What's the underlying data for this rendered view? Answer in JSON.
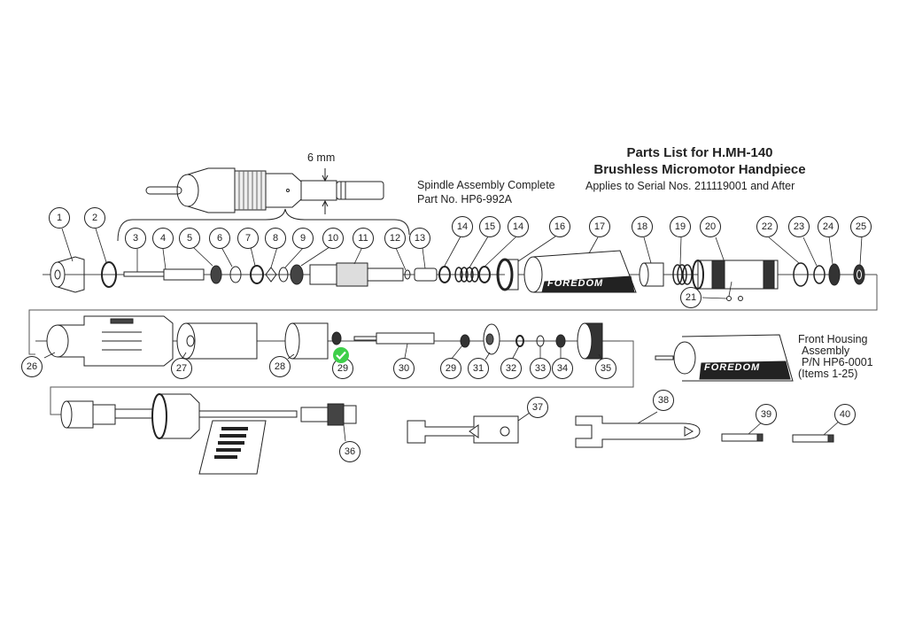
{
  "header": {
    "title_line1": "Parts List for H.MH-140",
    "title_line2": "Brushless Micromotor Handpiece",
    "applies_to": "Applies to Serial Nos. 211119001 and After"
  },
  "spindle_assembly": {
    "label_line1": "Spindle Assembly Complete",
    "label_line2": "Part No. HP6-992A",
    "dimension": "6 mm"
  },
  "front_housing": {
    "line1": "Front Housing",
    "line2": "Assembly",
    "line3": "P/N HP6-0001",
    "line4": "(Items 1-25)",
    "brand": "FOREDOM"
  },
  "brand_text": "FOREDOM",
  "callouts": [
    {
      "id": "1",
      "label": "1"
    },
    {
      "id": "2",
      "label": "2"
    },
    {
      "id": "3",
      "label": "3"
    },
    {
      "id": "4",
      "label": "4"
    },
    {
      "id": "5",
      "label": "5"
    },
    {
      "id": "6",
      "label": "6"
    },
    {
      "id": "7",
      "label": "7"
    },
    {
      "id": "8",
      "label": "8"
    },
    {
      "id": "9",
      "label": "9"
    },
    {
      "id": "10",
      "label": "10"
    },
    {
      "id": "11",
      "label": "11"
    },
    {
      "id": "12",
      "label": "12"
    },
    {
      "id": "13",
      "label": "13"
    },
    {
      "id": "14a",
      "label": "14"
    },
    {
      "id": "15",
      "label": "15"
    },
    {
      "id": "14b",
      "label": "14"
    },
    {
      "id": "16",
      "label": "16"
    },
    {
      "id": "17",
      "label": "17"
    },
    {
      "id": "18",
      "label": "18"
    },
    {
      "id": "19",
      "label": "19"
    },
    {
      "id": "20",
      "label": "20"
    },
    {
      "id": "21",
      "label": "21"
    },
    {
      "id": "22",
      "label": "22"
    },
    {
      "id": "23",
      "label": "23"
    },
    {
      "id": "24",
      "label": "24"
    },
    {
      "id": "25",
      "label": "25"
    },
    {
      "id": "26",
      "label": "26"
    },
    {
      "id": "27",
      "label": "27"
    },
    {
      "id": "28",
      "label": "28"
    },
    {
      "id": "29a",
      "label": "29"
    },
    {
      "id": "30",
      "label": "30"
    },
    {
      "id": "29b",
      "label": "29"
    },
    {
      "id": "31",
      "label": "31"
    },
    {
      "id": "32",
      "label": "32"
    },
    {
      "id": "33",
      "label": "33"
    },
    {
      "id": "34",
      "label": "34"
    },
    {
      "id": "35",
      "label": "35"
    },
    {
      "id": "36",
      "label": "36"
    },
    {
      "id": "37",
      "label": "37"
    },
    {
      "id": "38",
      "label": "38"
    },
    {
      "id": "39",
      "label": "39"
    },
    {
      "id": "40",
      "label": "40"
    }
  ],
  "selected_callout": "29a",
  "colors": {
    "line": "#222222",
    "check": "#3ecf4a",
    "frame": "#555555"
  }
}
